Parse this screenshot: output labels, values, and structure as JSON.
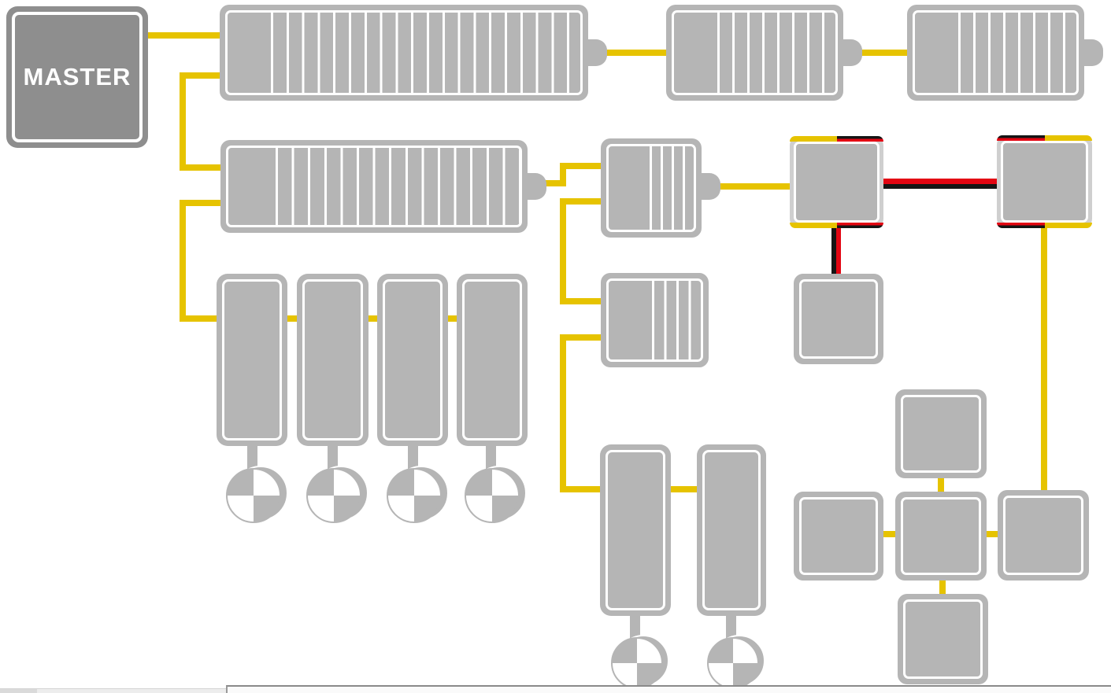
{
  "diagram": {
    "master_label": "MASTER",
    "type": "fieldbus-topology",
    "colors": {
      "bus_yellow": "#e6c300",
      "cable_red": "#e30613",
      "cable_black": "#151515",
      "node_gray": "#b5b5b5",
      "master_gray": "#8e8e8e",
      "inner_ring": "#ffffff",
      "background": "#ffffff"
    },
    "nodes": [
      {
        "id": "master",
        "label": "MASTER",
        "type": "master-controller"
      },
      {
        "id": "station-top-1",
        "type": "io-station",
        "segments": 21
      },
      {
        "id": "station-top-2",
        "type": "io-station",
        "segments": 9
      },
      {
        "id": "station-top-3",
        "type": "io-station",
        "segments": 9
      },
      {
        "id": "station-row2",
        "type": "io-station",
        "segments": 16
      },
      {
        "id": "station-mid-1",
        "type": "io-station",
        "segments": 4
      },
      {
        "id": "station-mid-2",
        "type": "io-station",
        "segments": 5
      },
      {
        "id": "hot-connect-1",
        "type": "hot-connect-box",
        "border": "yellow/red-black"
      },
      {
        "id": "hot-connect-2",
        "type": "hot-connect-box",
        "border": "red-black/yellow"
      },
      {
        "id": "box-under-hc1",
        "type": "device-box"
      },
      {
        "id": "drive-1",
        "type": "drive-with-motor"
      },
      {
        "id": "drive-2",
        "type": "drive-with-motor"
      },
      {
        "id": "drive-3",
        "type": "drive-with-motor"
      },
      {
        "id": "drive-4",
        "type": "drive-with-motor"
      },
      {
        "id": "drive-5",
        "type": "drive-with-motor"
      },
      {
        "id": "drive-6",
        "type": "drive-with-motor"
      },
      {
        "id": "cluster-top",
        "type": "device-box"
      },
      {
        "id": "cluster-left",
        "type": "device-box"
      },
      {
        "id": "cluster-center",
        "type": "device-box"
      },
      {
        "id": "cluster-right",
        "type": "device-box"
      },
      {
        "id": "cluster-bottom",
        "type": "device-box"
      }
    ],
    "motor_count": 6
  }
}
